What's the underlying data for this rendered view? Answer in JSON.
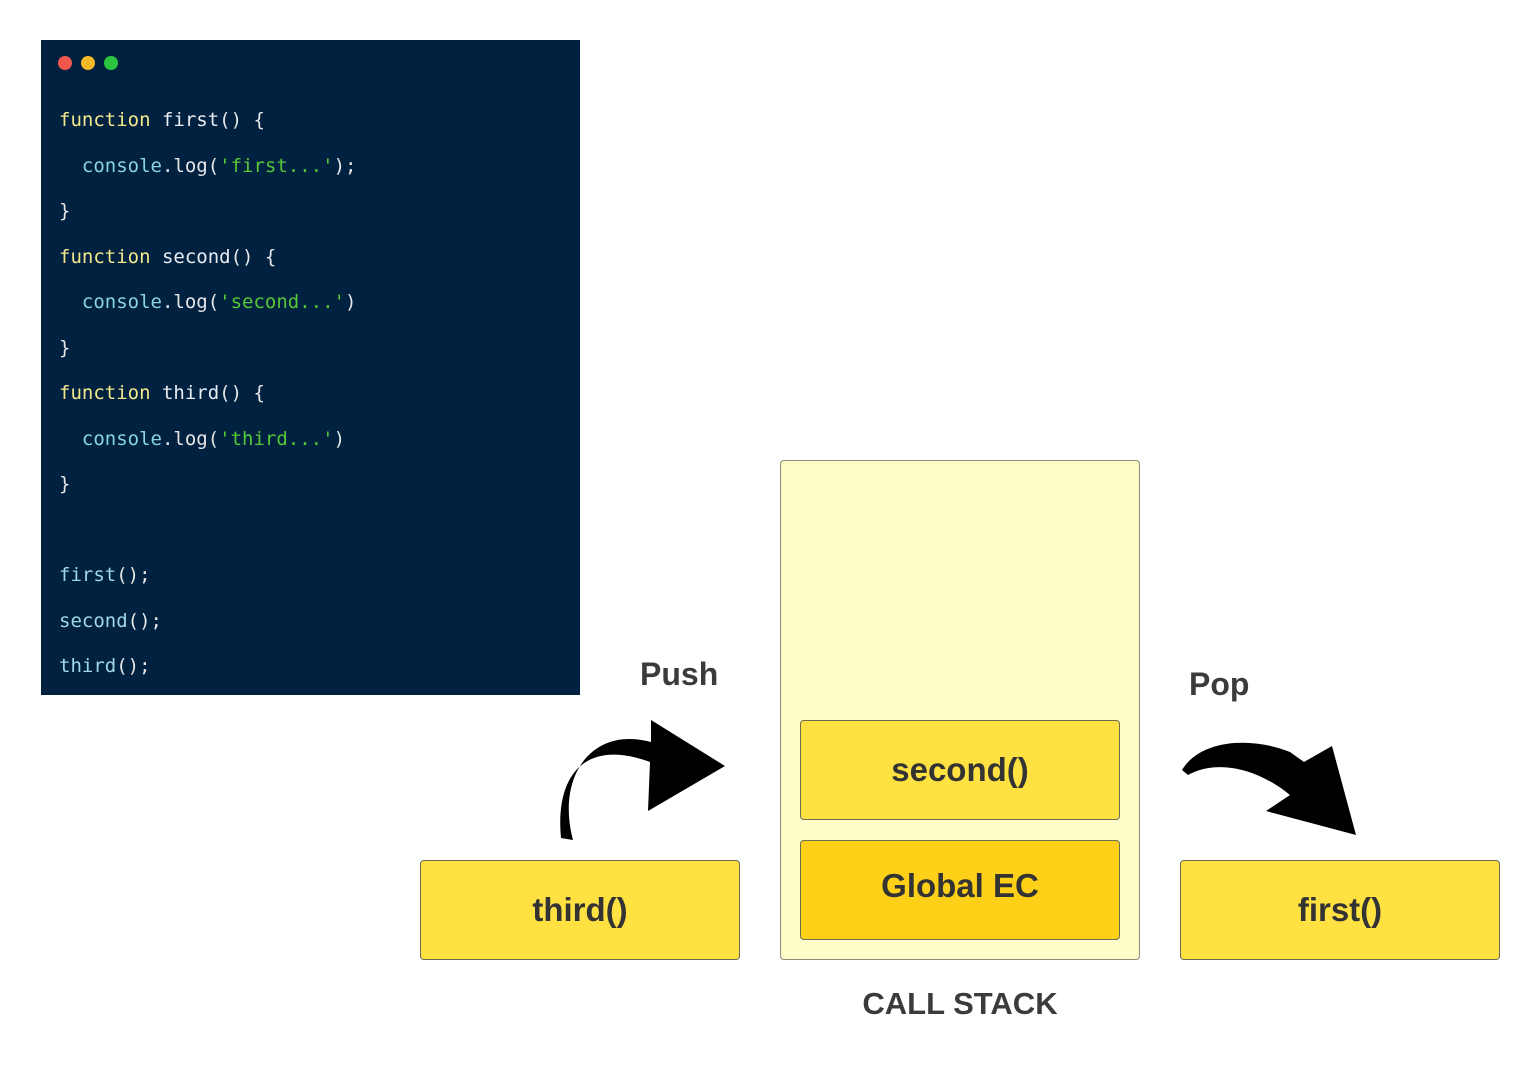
{
  "window": {
    "controls": [
      {
        "icon": "close-dot-icon",
        "color": "#f0574f"
      },
      {
        "icon": "minimize-dot-icon",
        "color": "#f5b827"
      },
      {
        "icon": "maximize-dot-icon",
        "color": "#2bc63d"
      }
    ]
  },
  "code": {
    "lines": [
      [
        {
          "t": "kw",
          "v": "function"
        },
        {
          "t": "fn",
          "v": " first"
        },
        {
          "t": "punc",
          "v": "() {"
        }
      ],
      [
        {
          "t": "punc",
          "v": "  "
        },
        {
          "t": "obj",
          "v": "console"
        },
        {
          "t": "punc",
          "v": ".log("
        },
        {
          "t": "str",
          "v": "'first...'"
        },
        {
          "t": "punc",
          "v": ");"
        }
      ],
      [
        {
          "t": "punc",
          "v": "}"
        }
      ],
      [
        {
          "t": "kw",
          "v": "function"
        },
        {
          "t": "fn",
          "v": " second"
        },
        {
          "t": "punc",
          "v": "() {"
        }
      ],
      [
        {
          "t": "punc",
          "v": "  "
        },
        {
          "t": "obj",
          "v": "console"
        },
        {
          "t": "punc",
          "v": ".log("
        },
        {
          "t": "str",
          "v": "'second...'"
        },
        {
          "t": "punc",
          "v": ")"
        }
      ],
      [
        {
          "t": "punc",
          "v": "}"
        }
      ],
      [
        {
          "t": "kw",
          "v": "function"
        },
        {
          "t": "fn",
          "v": " third"
        },
        {
          "t": "punc",
          "v": "() {"
        }
      ],
      [
        {
          "t": "punc",
          "v": "  "
        },
        {
          "t": "obj",
          "v": "console"
        },
        {
          "t": "punc",
          "v": ".log("
        },
        {
          "t": "str",
          "v": "'third...'"
        },
        {
          "t": "punc",
          "v": ")"
        }
      ],
      [
        {
          "t": "punc",
          "v": "}"
        }
      ],
      [],
      [
        {
          "t": "call",
          "v": "first"
        },
        {
          "t": "punc",
          "v": "();"
        }
      ],
      [
        {
          "t": "call",
          "v": "second"
        },
        {
          "t": "punc",
          "v": "();"
        }
      ],
      [
        {
          "t": "call",
          "v": "third"
        },
        {
          "t": "punc",
          "v": "();"
        }
      ]
    ]
  },
  "diagram": {
    "push_label": "Push",
    "pop_label": "Pop",
    "stack_label": "CALL STACK",
    "stack_frames": {
      "top": "second()",
      "bottom": "Global EC"
    },
    "incoming_frame": "third()",
    "outgoing_frame": "first()"
  },
  "colors": {
    "code_background": "#012141",
    "stack_background": "#fefcc8",
    "frame_fill": "#ffe142",
    "global_fill": "#fed017",
    "arrow": "#000000"
  }
}
